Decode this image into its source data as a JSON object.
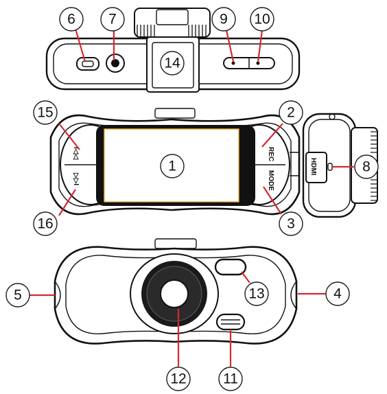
{
  "callouts": [
    {
      "id": "1"
    },
    {
      "id": "2"
    },
    {
      "id": "3"
    },
    {
      "id": "4"
    },
    {
      "id": "5"
    },
    {
      "id": "6"
    },
    {
      "id": "7"
    },
    {
      "id": "8"
    },
    {
      "id": "9"
    },
    {
      "id": "10"
    },
    {
      "id": "11"
    },
    {
      "id": "12"
    },
    {
      "id": "13"
    },
    {
      "id": "14"
    },
    {
      "id": "15"
    },
    {
      "id": "16"
    }
  ],
  "button_labels": {
    "rec": "REC",
    "mode": "MODE",
    "hdmi": "HDMI",
    "prev": "I◁◁",
    "next": "▷▷I"
  },
  "colors": {
    "leader": "#d6282f",
    "screen_border": "#f0b43c",
    "outline": "#111111"
  }
}
